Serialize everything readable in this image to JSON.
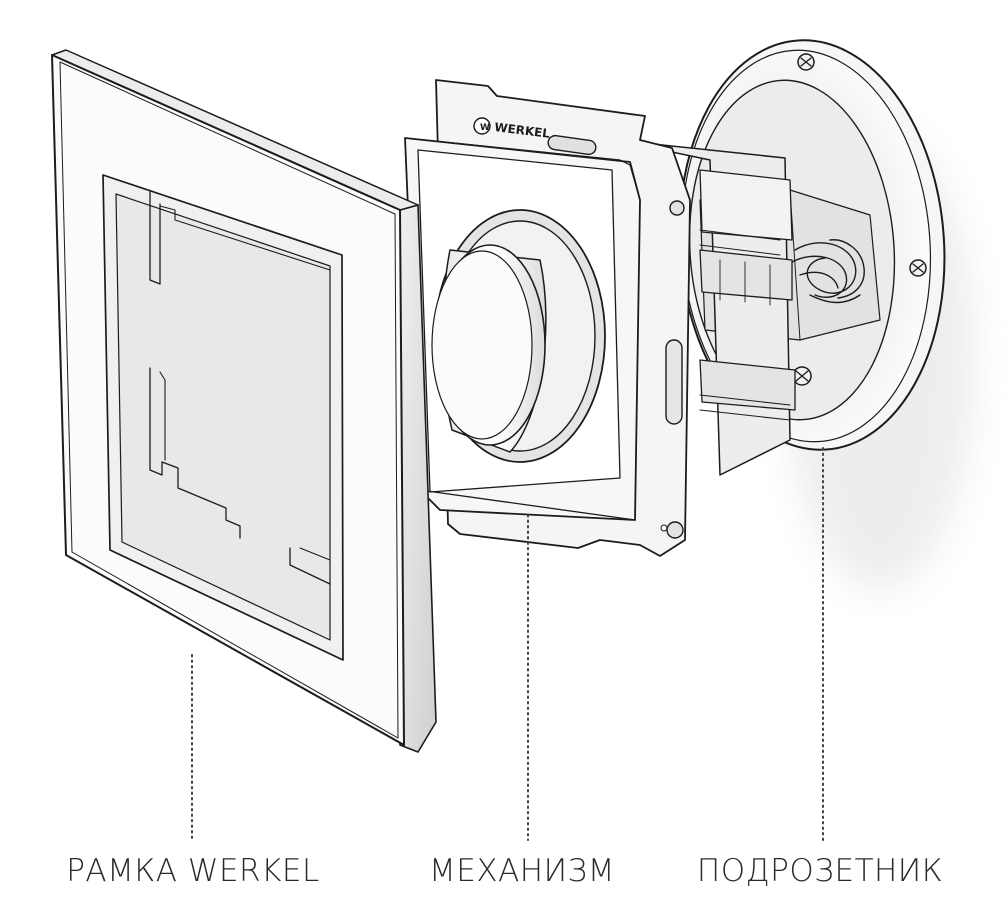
{
  "brand": "WERKEL",
  "parts": [
    {
      "id": "frame",
      "label": "РАМКА WERKEL"
    },
    {
      "id": "mechanism",
      "label": "МЕХАНИЗМ"
    },
    {
      "id": "box",
      "label": "ПОДРОЗЕТНИК"
    }
  ]
}
